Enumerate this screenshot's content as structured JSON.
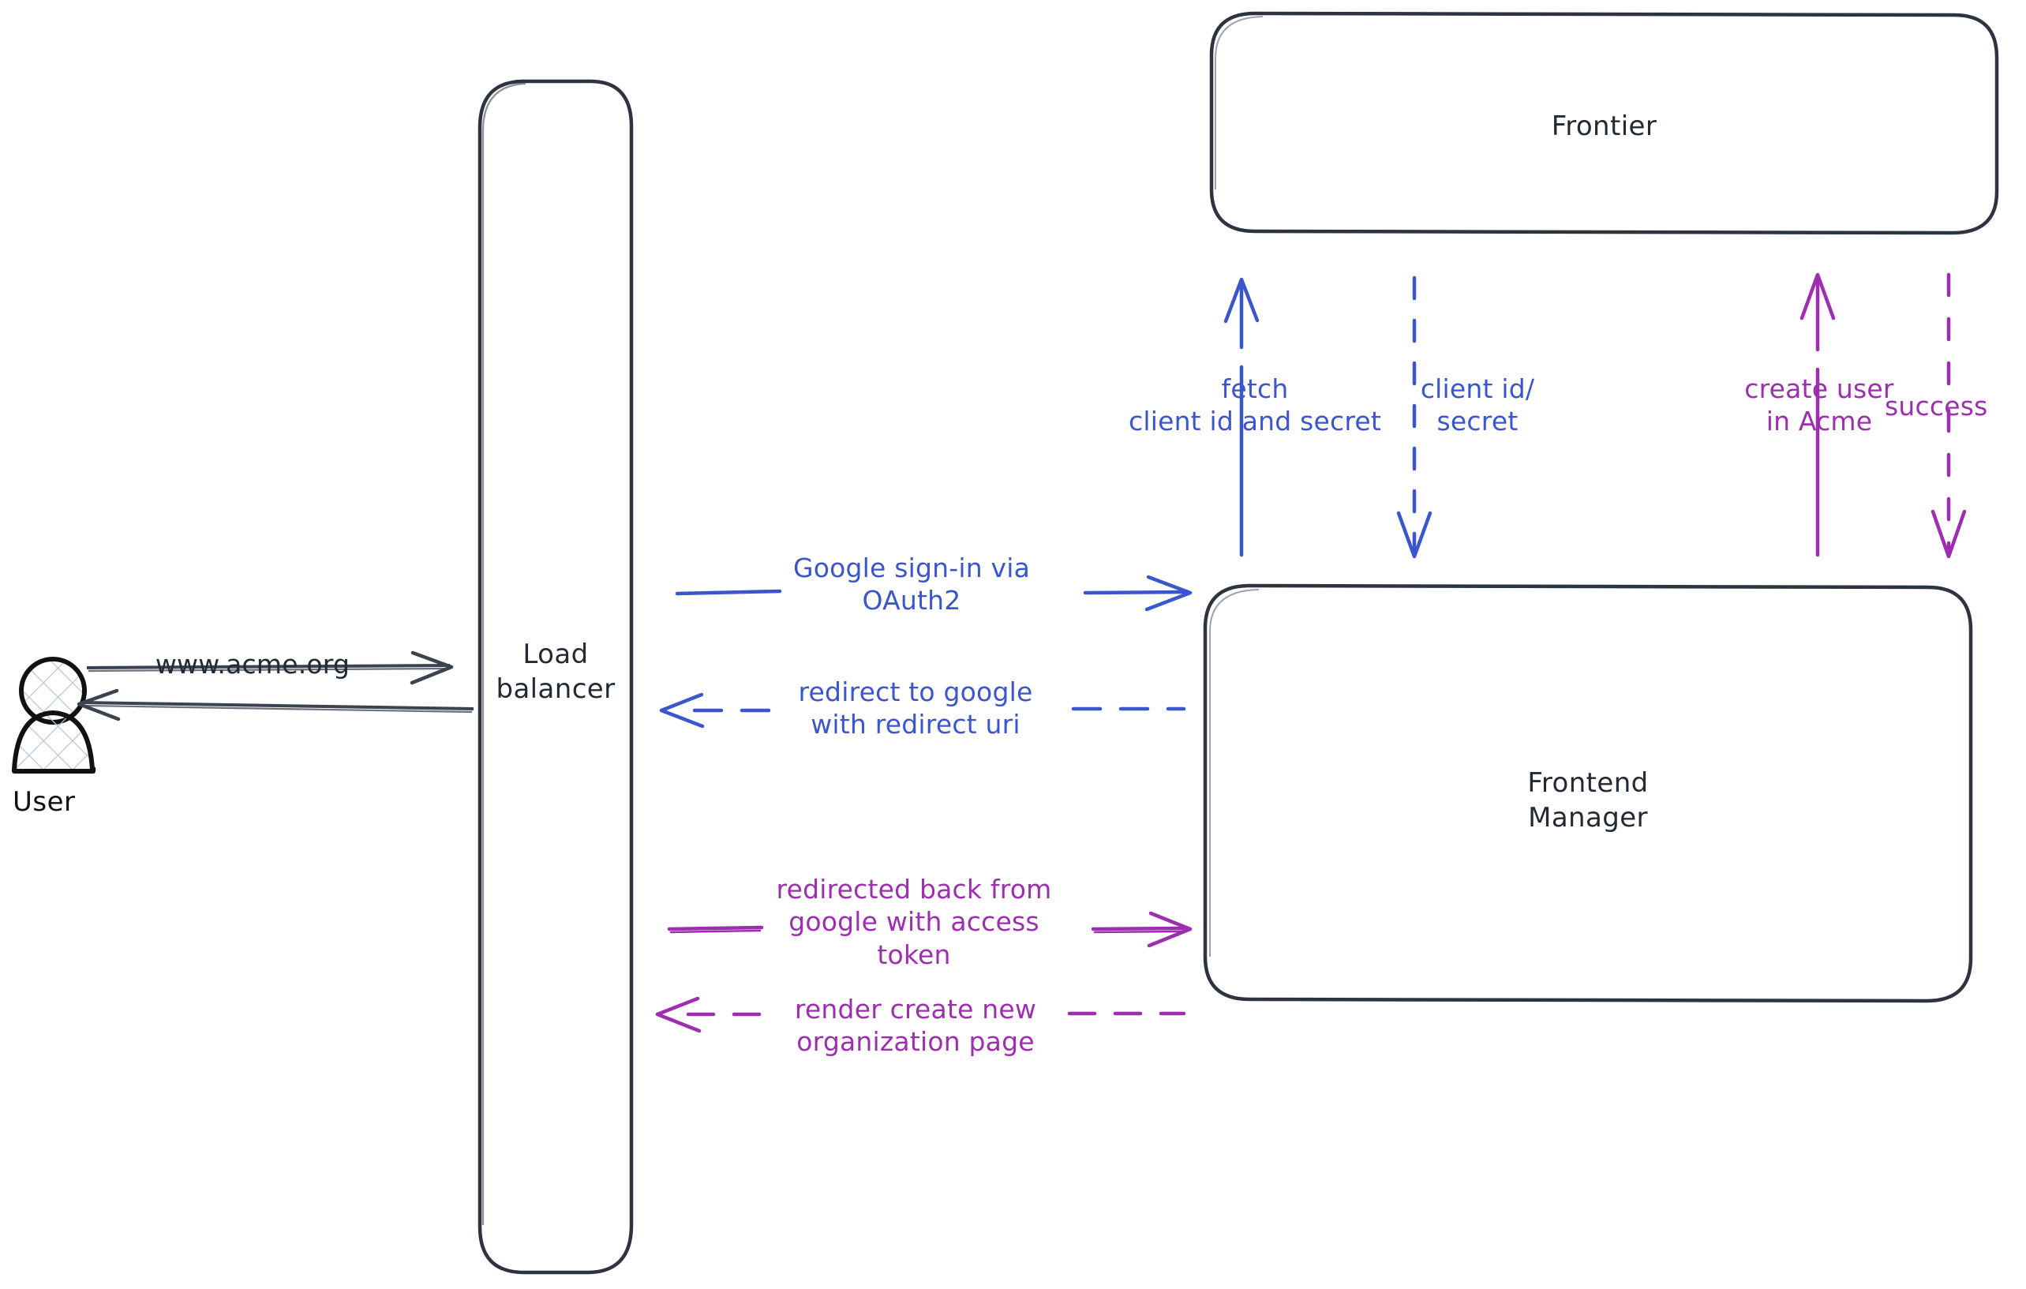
{
  "diagram": {
    "title": "Google OAuth2 sign-in sequence",
    "background": "#ffffff",
    "colors": {
      "stroke_dark": "#2d3440",
      "blue": "#3B55CC",
      "purple": "#9C2FAD",
      "actor_fill": "#dbe3ef"
    },
    "actors": [
      {
        "id": "user",
        "name": "user-actor",
        "caption": "User",
        "icon": "person-icon"
      }
    ],
    "nodes": [
      {
        "id": "load-balancer",
        "label": "Load\nbalancer",
        "shape": "rounded-rect"
      },
      {
        "id": "frontier",
        "label": "Frontier",
        "shape": "rounded-rect"
      },
      {
        "id": "frontend-manager",
        "label": "Frontend\nManager",
        "shape": "rounded-rect"
      }
    ],
    "edges": [
      {
        "id": "user-to-lb",
        "label": "www.acme.org",
        "color": "#2d3440",
        "style": "solid",
        "direction": "right",
        "from": "user",
        "to": "load-balancer"
      },
      {
        "id": "lb-to-user",
        "label": "",
        "color": "#2d3440",
        "style": "solid",
        "direction": "left",
        "from": "load-balancer",
        "to": "user"
      },
      {
        "id": "lb-to-fm-signin",
        "label": "Google sign-in via\nOAuth2",
        "color": "#3B55CC",
        "style": "solid",
        "direction": "right",
        "from": "load-balancer",
        "to": "frontend-manager"
      },
      {
        "id": "fm-to-lb-redirect",
        "label": "redirect to google\nwith redirect uri",
        "color": "#3B55CC",
        "style": "dashed",
        "direction": "left",
        "from": "frontend-manager",
        "to": "load-balancer"
      },
      {
        "id": "lb-to-fm-token",
        "label": "redirected back from\ngoogle with access\ntoken",
        "color": "#9C2FAD",
        "style": "solid",
        "direction": "right",
        "from": "load-balancer",
        "to": "frontend-manager"
      },
      {
        "id": "fm-to-lb-render",
        "label": "render create new\norganization page",
        "color": "#9C2FAD",
        "style": "dashed",
        "direction": "left",
        "from": "frontend-manager",
        "to": "load-balancer"
      },
      {
        "id": "fm-to-frontier-fetch",
        "label": "fetch\nclient id and secret",
        "color": "#3B55CC",
        "style": "solid",
        "direction": "up",
        "from": "frontend-manager",
        "to": "frontier"
      },
      {
        "id": "frontier-to-fm-creds",
        "label": "client id/\nsecret",
        "color": "#3B55CC",
        "style": "dashed",
        "direction": "down",
        "from": "frontier",
        "to": "frontend-manager"
      },
      {
        "id": "fm-to-frontier-create",
        "label": "create user\nin Acme",
        "color": "#9C2FAD",
        "style": "solid",
        "direction": "up",
        "from": "frontend-manager",
        "to": "frontier"
      },
      {
        "id": "frontier-to-fm-success",
        "label": "success",
        "color": "#9C2FAD",
        "style": "dashed",
        "direction": "down",
        "from": "frontier",
        "to": "frontend-manager"
      }
    ]
  }
}
